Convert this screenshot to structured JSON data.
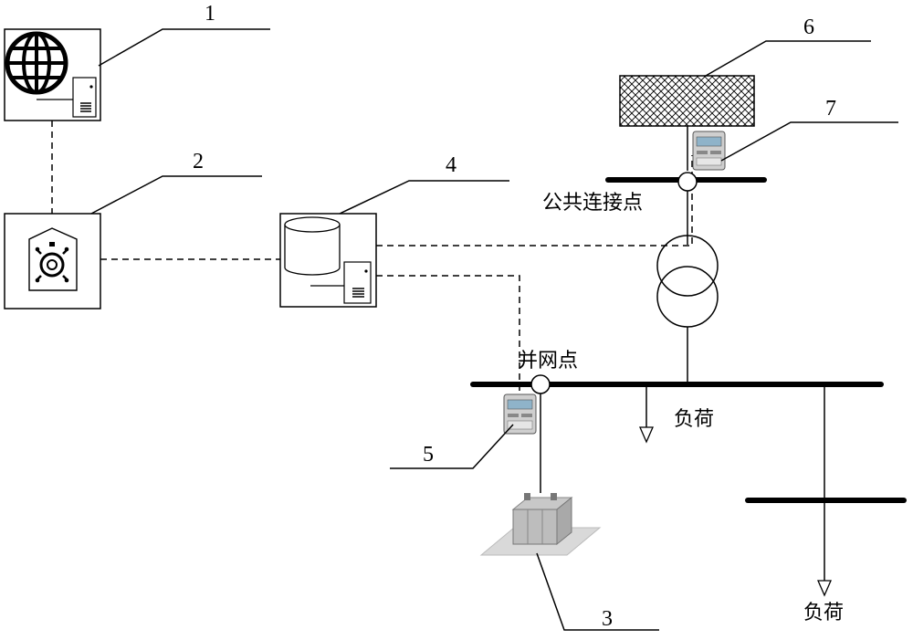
{
  "labels": {
    "pcc": "公共连接点",
    "grid_point": "并网点",
    "load_1": "负荷",
    "load_2": "负荷"
  },
  "callouts": {
    "n1": "1",
    "n2": "2",
    "n3": "3",
    "n4": "4",
    "n5": "5",
    "n6": "6",
    "n7": "7"
  },
  "colors": {
    "line": "#000000",
    "meter_body": "#cfcfcf",
    "meter_screen": "#8fb3c9",
    "battery": "#bdbdbd",
    "grid_fill": "#ffffff"
  },
  "icons": [
    "globe-icon",
    "server-icon",
    "shield-icon",
    "database-icon",
    "meter-icon",
    "battery-icon",
    "transformer-icon"
  ]
}
